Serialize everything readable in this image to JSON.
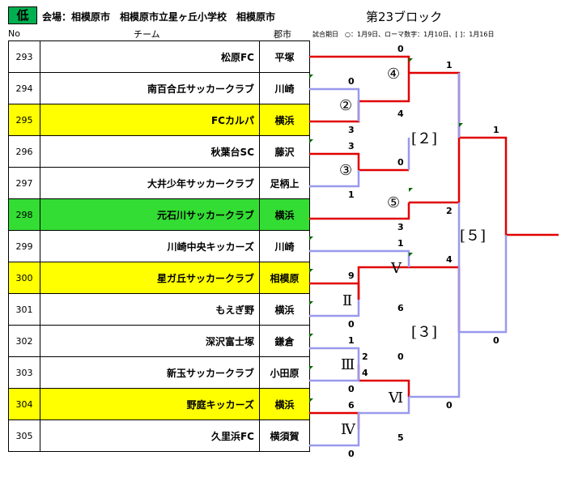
{
  "header": {
    "tag": "低",
    "venue": "会場：相模原市　相模原市立星ヶ丘小学校　相模原市",
    "block": "第23ブロック",
    "col_no": "No",
    "col_team": "チーム",
    "col_city": "郡市",
    "legend": "試合期日　○：1月9日、ローマ数字：1月10日、[ ]：1月16日"
  },
  "teams": [
    {
      "no": "293",
      "name": "松原FC",
      "city": "平塚",
      "highlight": "none"
    },
    {
      "no": "294",
      "name": "南百合丘サッカークラブ",
      "city": "川崎",
      "highlight": "none"
    },
    {
      "no": "295",
      "name": "FCカルパ",
      "city": "横浜",
      "highlight": "yellow"
    },
    {
      "no": "296",
      "name": "秋葉台SC",
      "city": "藤沢",
      "highlight": "none"
    },
    {
      "no": "297",
      "name": "大井少年サッカークラブ",
      "city": "足柄上",
      "highlight": "none"
    },
    {
      "no": "298",
      "name": "元石川サッカークラブ",
      "city": "横浜",
      "highlight": "green"
    },
    {
      "no": "299",
      "name": "川崎中央キッカーズ",
      "city": "川崎",
      "highlight": "none"
    },
    {
      "no": "300",
      "name": "星ガ丘サッカークラブ",
      "city": "相模原",
      "highlight": "yellow"
    },
    {
      "no": "301",
      "name": "もえぎ野",
      "city": "横浜",
      "highlight": "none"
    },
    {
      "no": "302",
      "name": "深沢富士塚",
      "city": "鎌倉",
      "highlight": "none"
    },
    {
      "no": "303",
      "name": "新玉サッカークラブ",
      "city": "小田原",
      "highlight": "none"
    },
    {
      "no": "304",
      "name": "野庭キッカーズ",
      "city": "横浜",
      "highlight": "yellow"
    },
    {
      "no": "305",
      "name": "久里浜FC",
      "city": "横須賀",
      "highlight": "none"
    }
  ],
  "matches": {
    "m1": {
      "label": "②",
      "score_top": "0",
      "score_bottom": "3"
    },
    "m2": {
      "label": "③",
      "score_top": "3",
      "score_bottom": "1"
    },
    "m3": {
      "label": "④",
      "score_top": "0",
      "score_bottom": "4"
    },
    "m4": {
      "label": "⑤",
      "score_top": "0",
      "score_bottom": "3"
    },
    "m5": {
      "label": "Ⅱ",
      "score_top": "9",
      "score_bottom": "0"
    },
    "m6": {
      "label": "Ⅲ",
      "score_top": "1",
      "score_bottom": "0"
    },
    "m7": {
      "label": "Ⅳ",
      "score_top": "6",
      "score_bottom": "0"
    },
    "m8": {
      "label": "Ⅴ",
      "score_top": "1",
      "score_bottom": "6"
    },
    "m9": {
      "label": "Ⅵ",
      "score_top": "0",
      "score_bottom": "5"
    },
    "m9_in_top": "2",
    "m9_in_bottom": "4",
    "m10": {
      "label": "[２]",
      "score_top": "1",
      "score_bottom": "2"
    },
    "m11": {
      "label": "[３]",
      "score_top": "4",
      "score_bottom": "0"
    },
    "m12": {
      "label": "[５]",
      "score_top": "1",
      "score_bottom": "0"
    }
  },
  "colors": {
    "winner_line": "#e00000",
    "loser_line": "#9999ee",
    "highlight_yellow": "#ffff00",
    "highlight_green": "#33dd33",
    "header_tag": "#00b050",
    "marker": "#006600"
  }
}
